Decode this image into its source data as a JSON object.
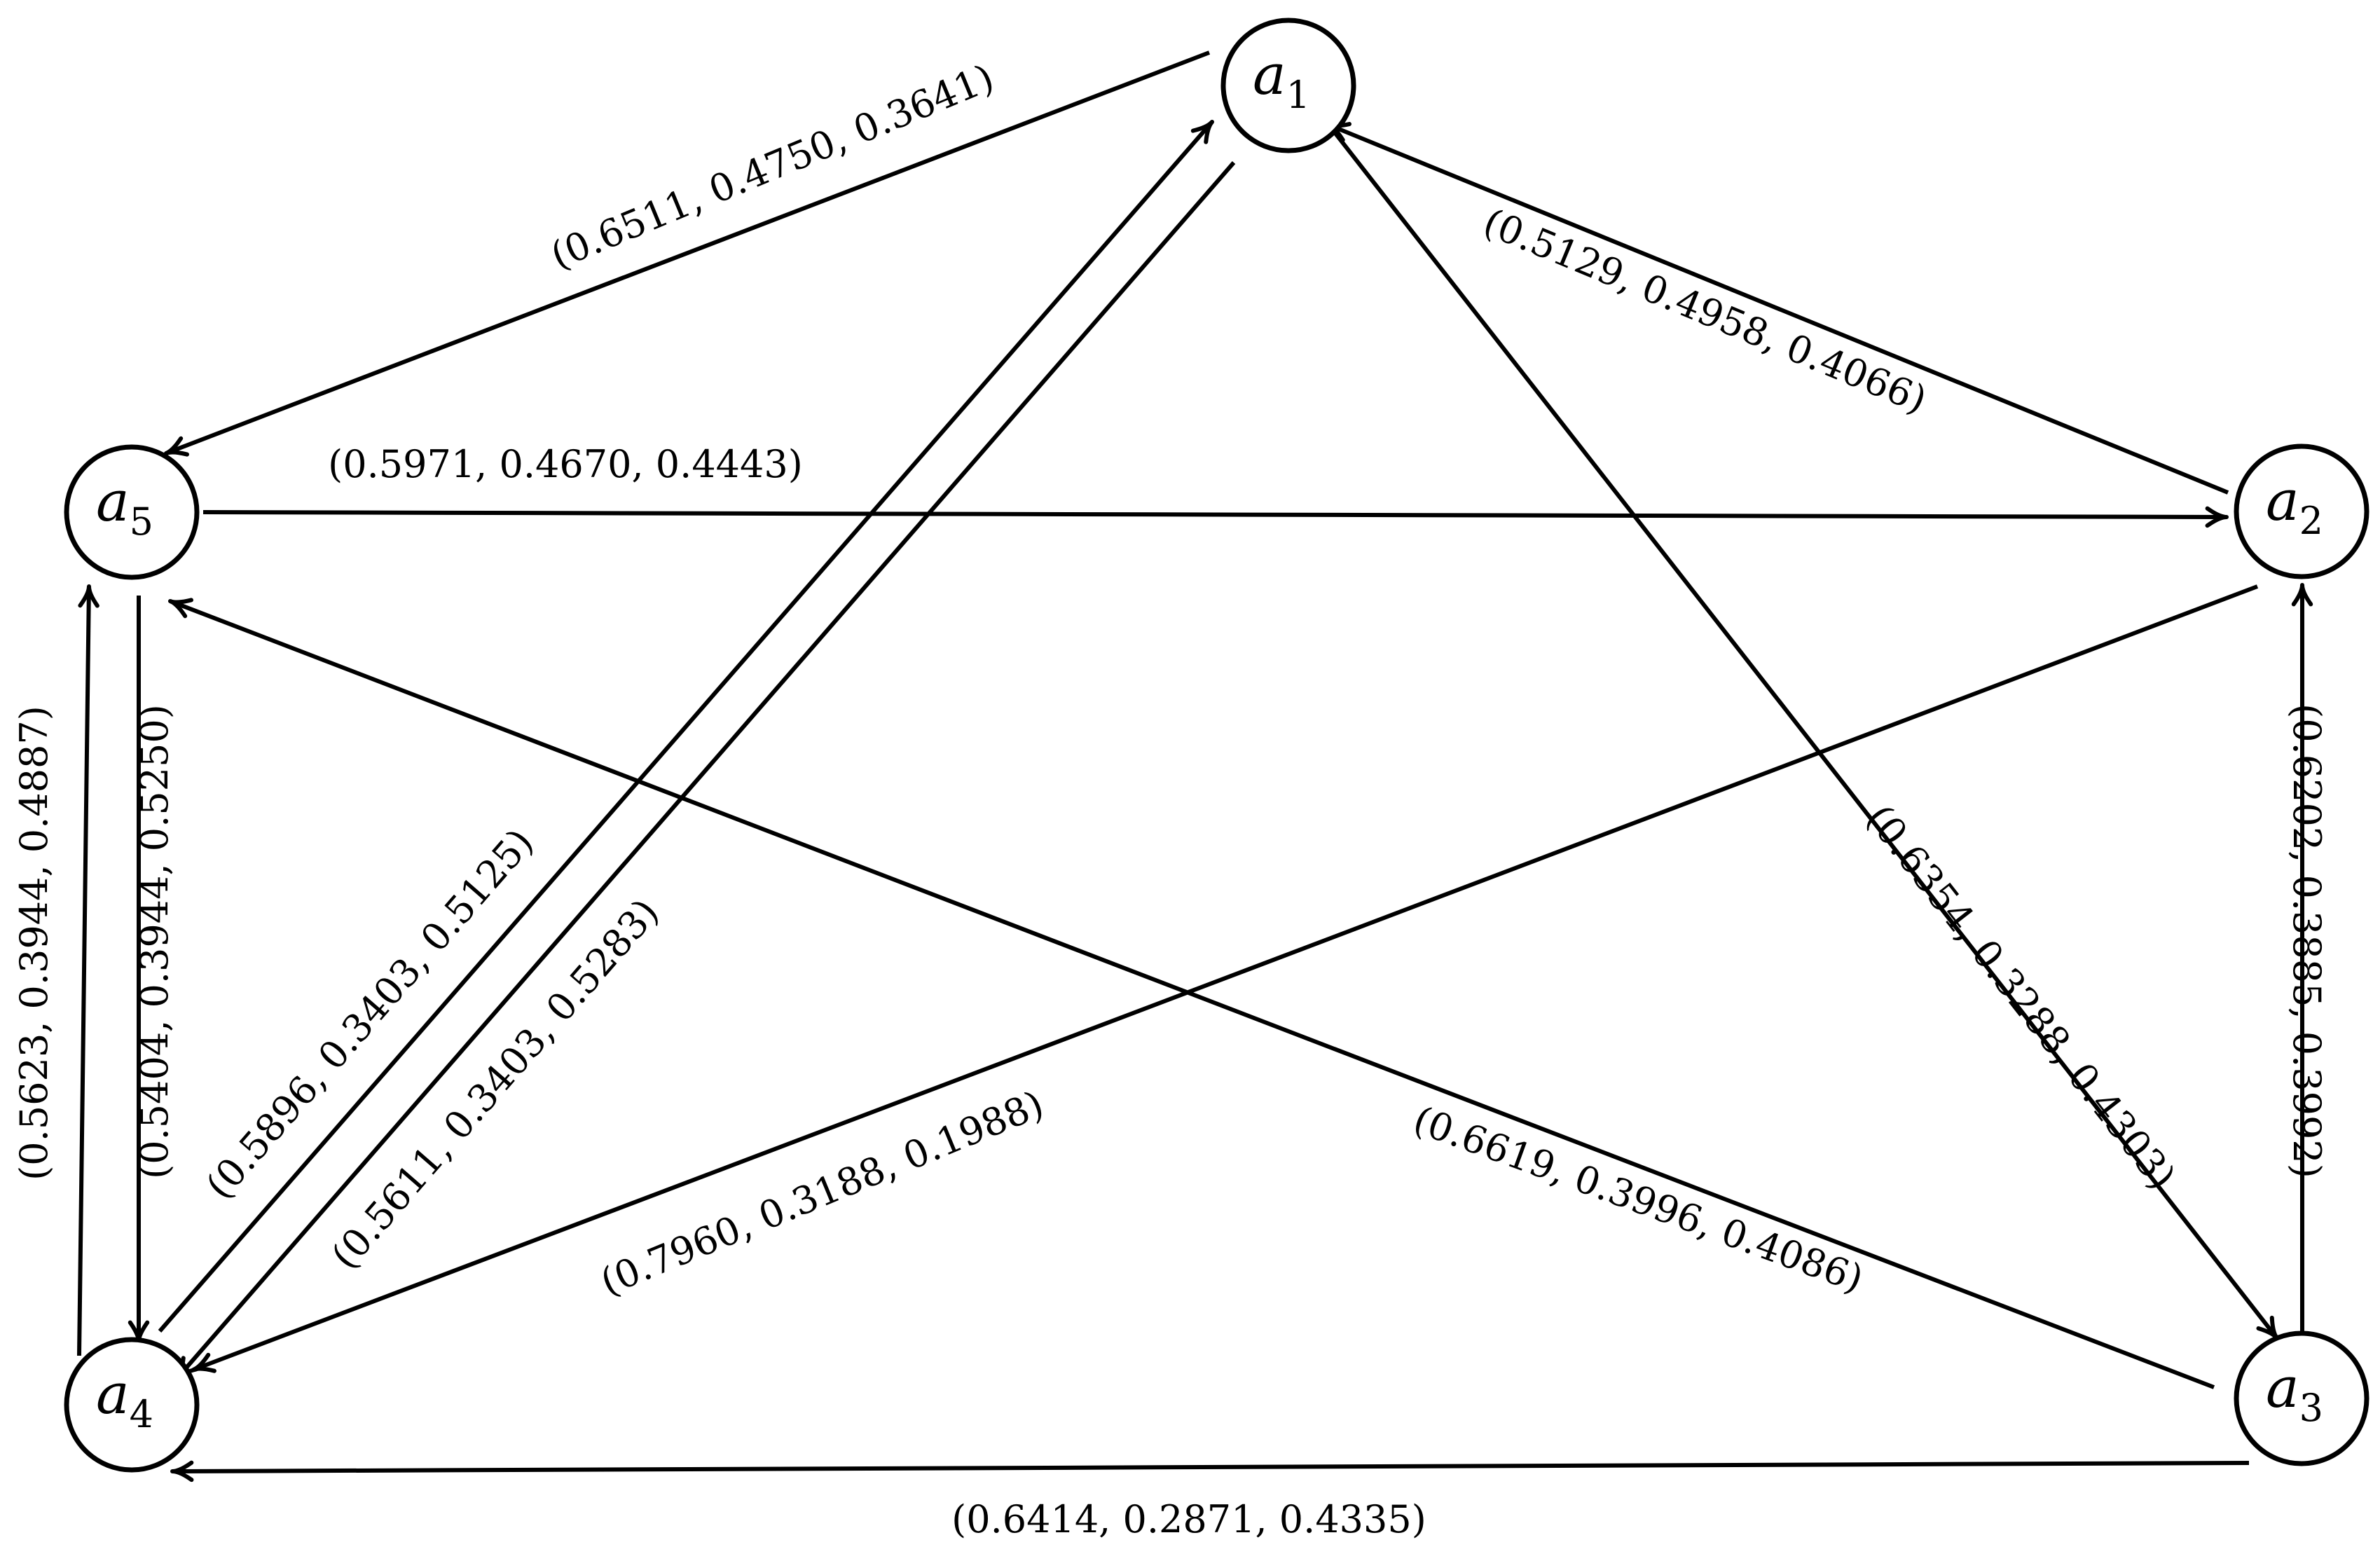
{
  "nodes": [
    {
      "id": "a1",
      "letter": "a",
      "sub": "1"
    },
    {
      "id": "a2",
      "letter": "a",
      "sub": "2"
    },
    {
      "id": "a3",
      "letter": "a",
      "sub": "3"
    },
    {
      "id": "a4",
      "letter": "a",
      "sub": "4"
    },
    {
      "id": "a5",
      "letter": "a",
      "sub": "5"
    }
  ],
  "edges": [
    {
      "from": "a1",
      "to": "a5",
      "label": "(0.6511, 0.4750, 0.3641)"
    },
    {
      "from": "a2",
      "to": "a1",
      "label": "(0.5129, 0.4958, 0.4066)"
    },
    {
      "from": "a5",
      "to": "a2",
      "label": "(0.5971, 0.4670, 0.4443)"
    },
    {
      "from": "a4",
      "to": "a5",
      "label": "(0.5623, 0.3944, 0.4887)"
    },
    {
      "from": "a5",
      "to": "a4",
      "label": "(0.5404, 0.3944, 0.5250)"
    },
    {
      "from": "a4",
      "to": "a1",
      "label": "(0.5896, 0.3403, 0.5125)"
    },
    {
      "from": "a1",
      "to": "a4",
      "label": "(0.5611, 0.3403, 0.5283)"
    },
    {
      "from": "a2",
      "to": "a4",
      "label": "(0.7960, 0.3188, 0.1988)"
    },
    {
      "from": "a3",
      "to": "a5",
      "label": "(0.6619, 0.3996, 0.4086)"
    },
    {
      "from": "a1",
      "to": "a3",
      "label": "(0.6354, 0.3288, 0.4303)"
    },
    {
      "from": "a3",
      "to": "a2",
      "label": "(0.6202, 0.3885, 0.3992)"
    },
    {
      "from": "a3",
      "to": "a4",
      "label": "(0.6414, 0.2871, 0.4335)"
    }
  ]
}
